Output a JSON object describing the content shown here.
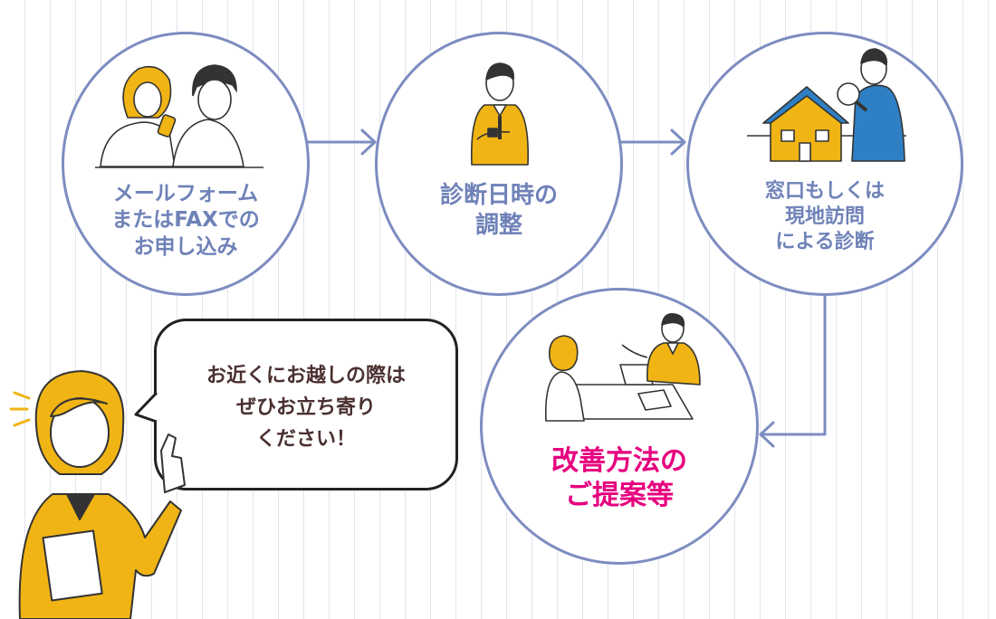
{
  "colors": {
    "accent": "#7d8cc0",
    "step_text": "#6f82b8",
    "final_text": "#e6007e",
    "bubble_text": "#4a3030",
    "suit_yellow": "#f0b414",
    "house_blue": "#2f7fc4",
    "grid_line": "#e3e5ee"
  },
  "steps": [
    {
      "id": "step-1",
      "text": "メールフォーム\nまたはFAXでの\nお申し込み",
      "icon": "couple-with-phone-illustration"
    },
    {
      "id": "step-2",
      "text": "診断日時の\n調整",
      "icon": "man-checking-watch-illustration"
    },
    {
      "id": "step-3",
      "text": "窓口もしくは\n現地訪問\nによる診断",
      "icon": "inspector-magnifying-house-illustration"
    },
    {
      "id": "step-4",
      "text": "改善方法の\nご提案等",
      "icon": "consultation-meeting-illustration"
    }
  ],
  "speech_bubble": {
    "text": "お近くにお越しの際は\nぜひお立ち寄り\nください！"
  },
  "mascot": {
    "icon": "guide-woman-pointing-illustration"
  }
}
